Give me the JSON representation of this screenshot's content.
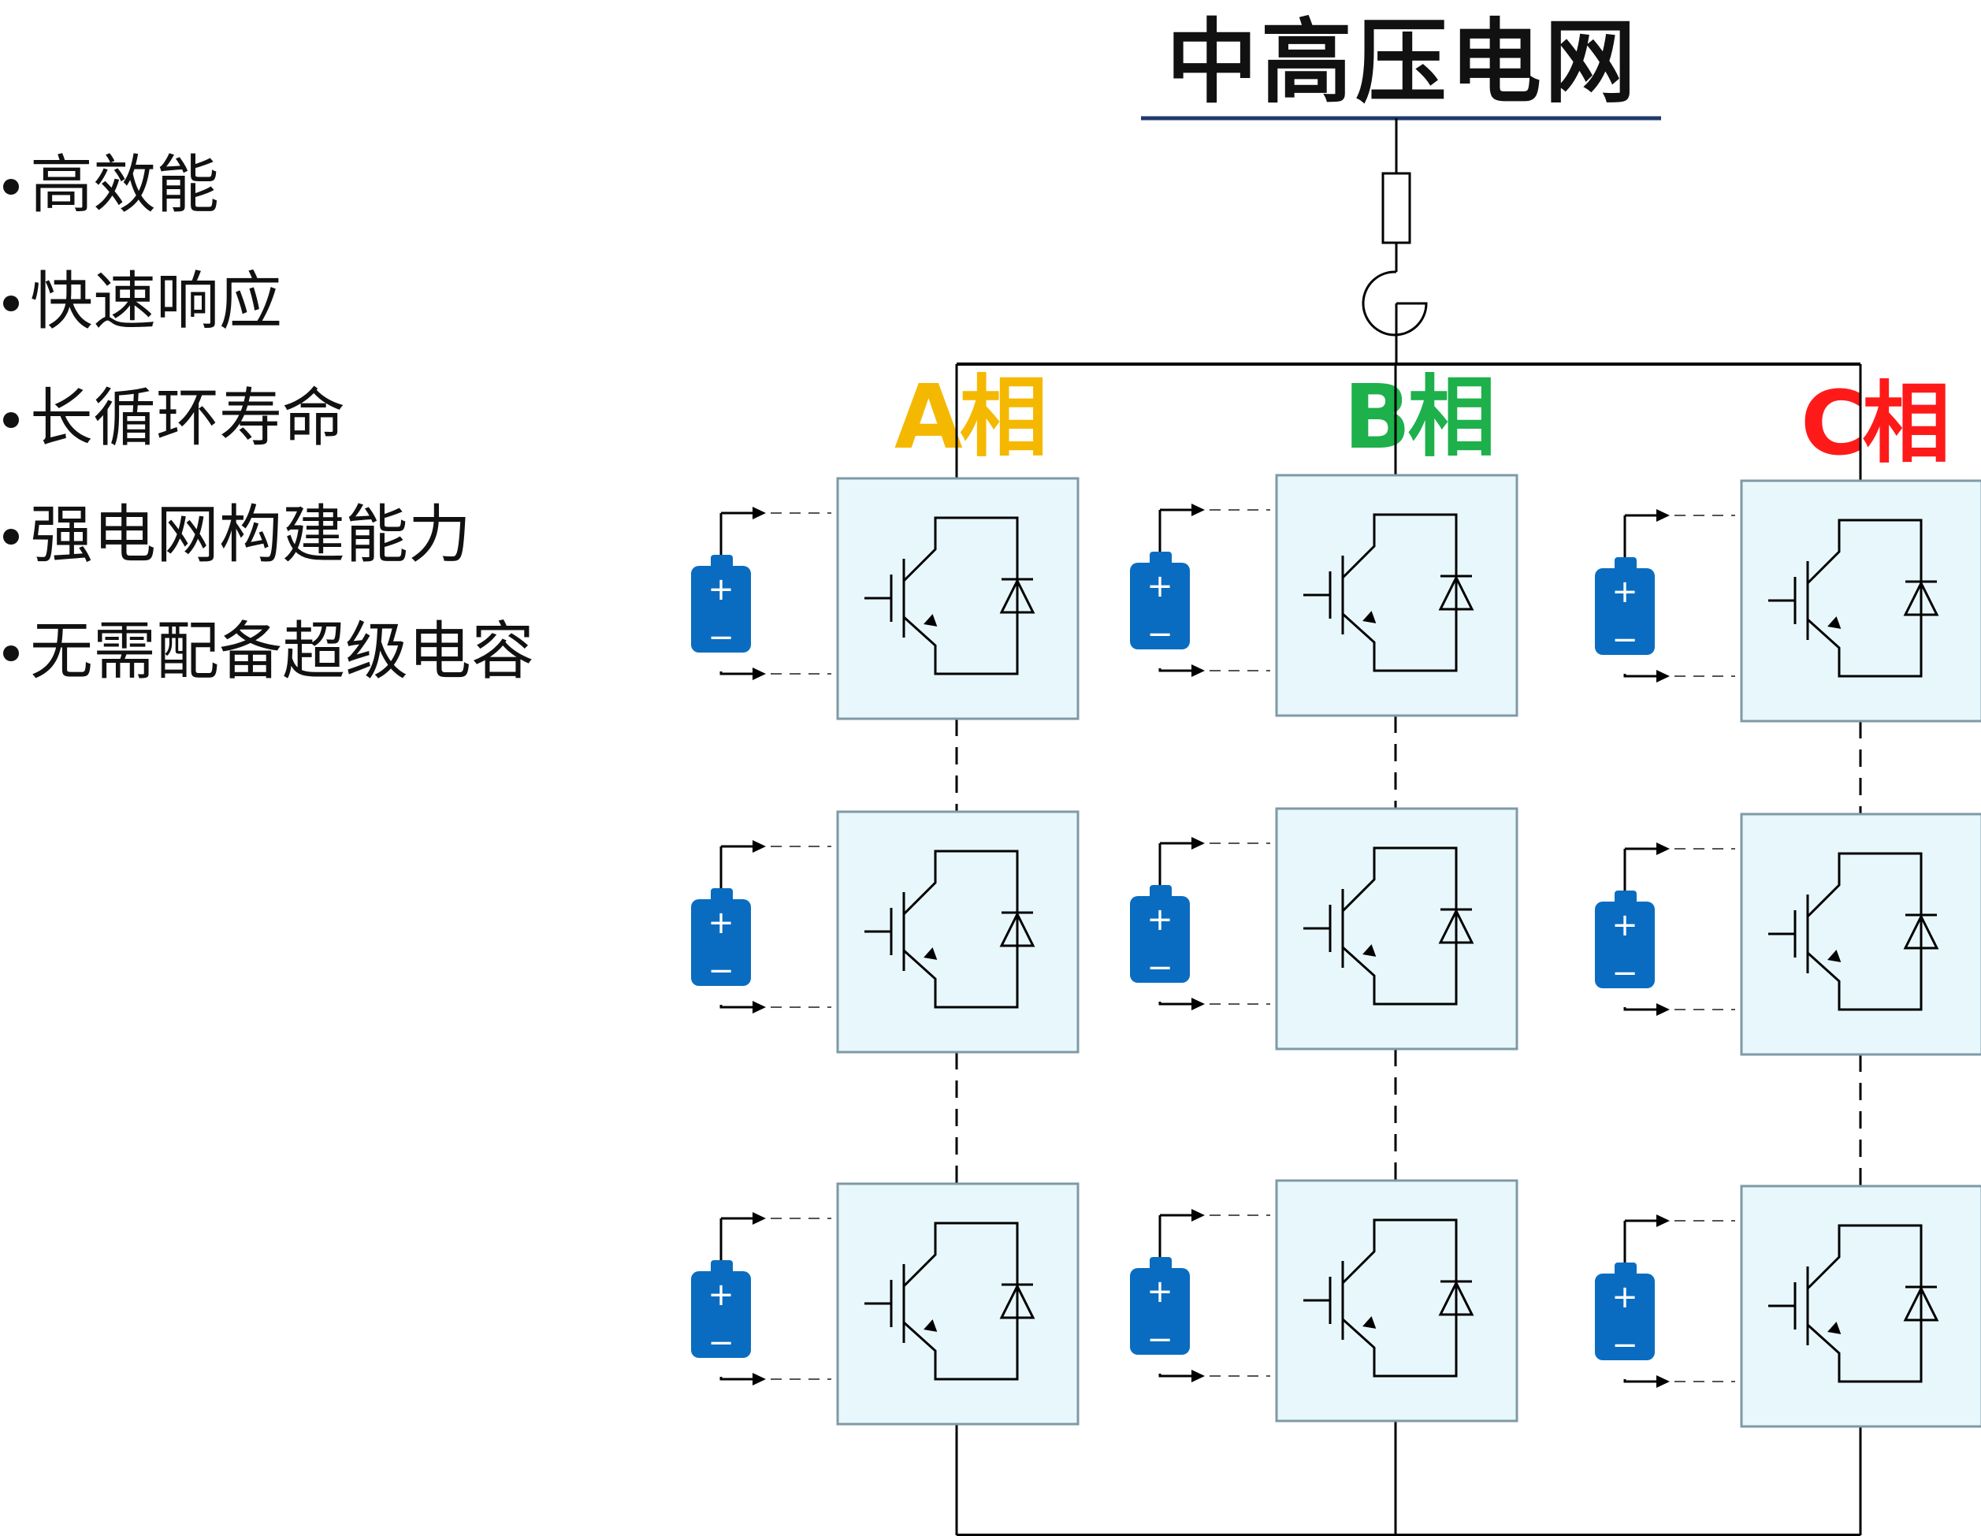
{
  "grid": {
    "title": "中高压电网"
  },
  "features": [
    "高效能",
    "快速响应",
    "长循环寿命",
    "强电网构建能力",
    "无需配备超级电容"
  ],
  "phases": [
    {
      "label": "A相",
      "color": "#F5B800"
    },
    {
      "label": "B相",
      "color": "#1DB04B"
    },
    {
      "label": "C相",
      "color": "#FF1A1A"
    }
  ],
  "battery": {
    "plus": "+",
    "minus": "−",
    "color": "#0A6CC0"
  },
  "module": {
    "fill": "#E8F7FB",
    "border": "#7F9AA6"
  },
  "grid_line_color": "#1F3A6B",
  "modules_per_phase": 3
}
